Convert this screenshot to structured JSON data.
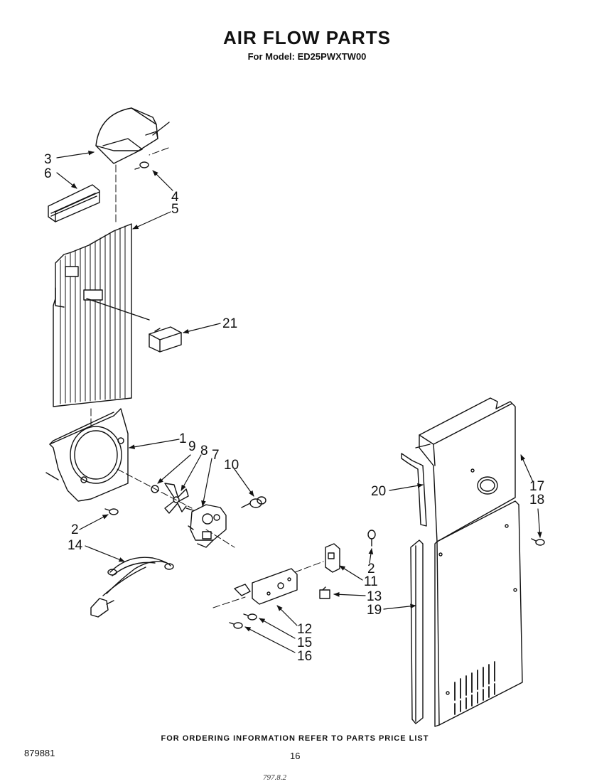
{
  "title": "AIR FLOW PARTS",
  "subtitle": "For Model: ED25PWXTW00",
  "footer_note": "FOR ORDERING INFORMATION REFER TO PARTS PRICE LIST",
  "document_number": "879881",
  "page_number": "16",
  "initials": "797.8.2",
  "callouts": {
    "c3": "3",
    "c6": "6",
    "c4": "4",
    "c5": "5",
    "c21": "21",
    "c1": "1",
    "c9": "9",
    "c8": "8",
    "c7": "7",
    "c10": "10",
    "c2a": "2",
    "c14": "14",
    "c20": "20",
    "c17": "17",
    "c18": "18",
    "c2b": "2",
    "c11": "11",
    "c13": "13",
    "c19": "19",
    "c12": "12",
    "c15": "15",
    "c16": "16"
  }
}
